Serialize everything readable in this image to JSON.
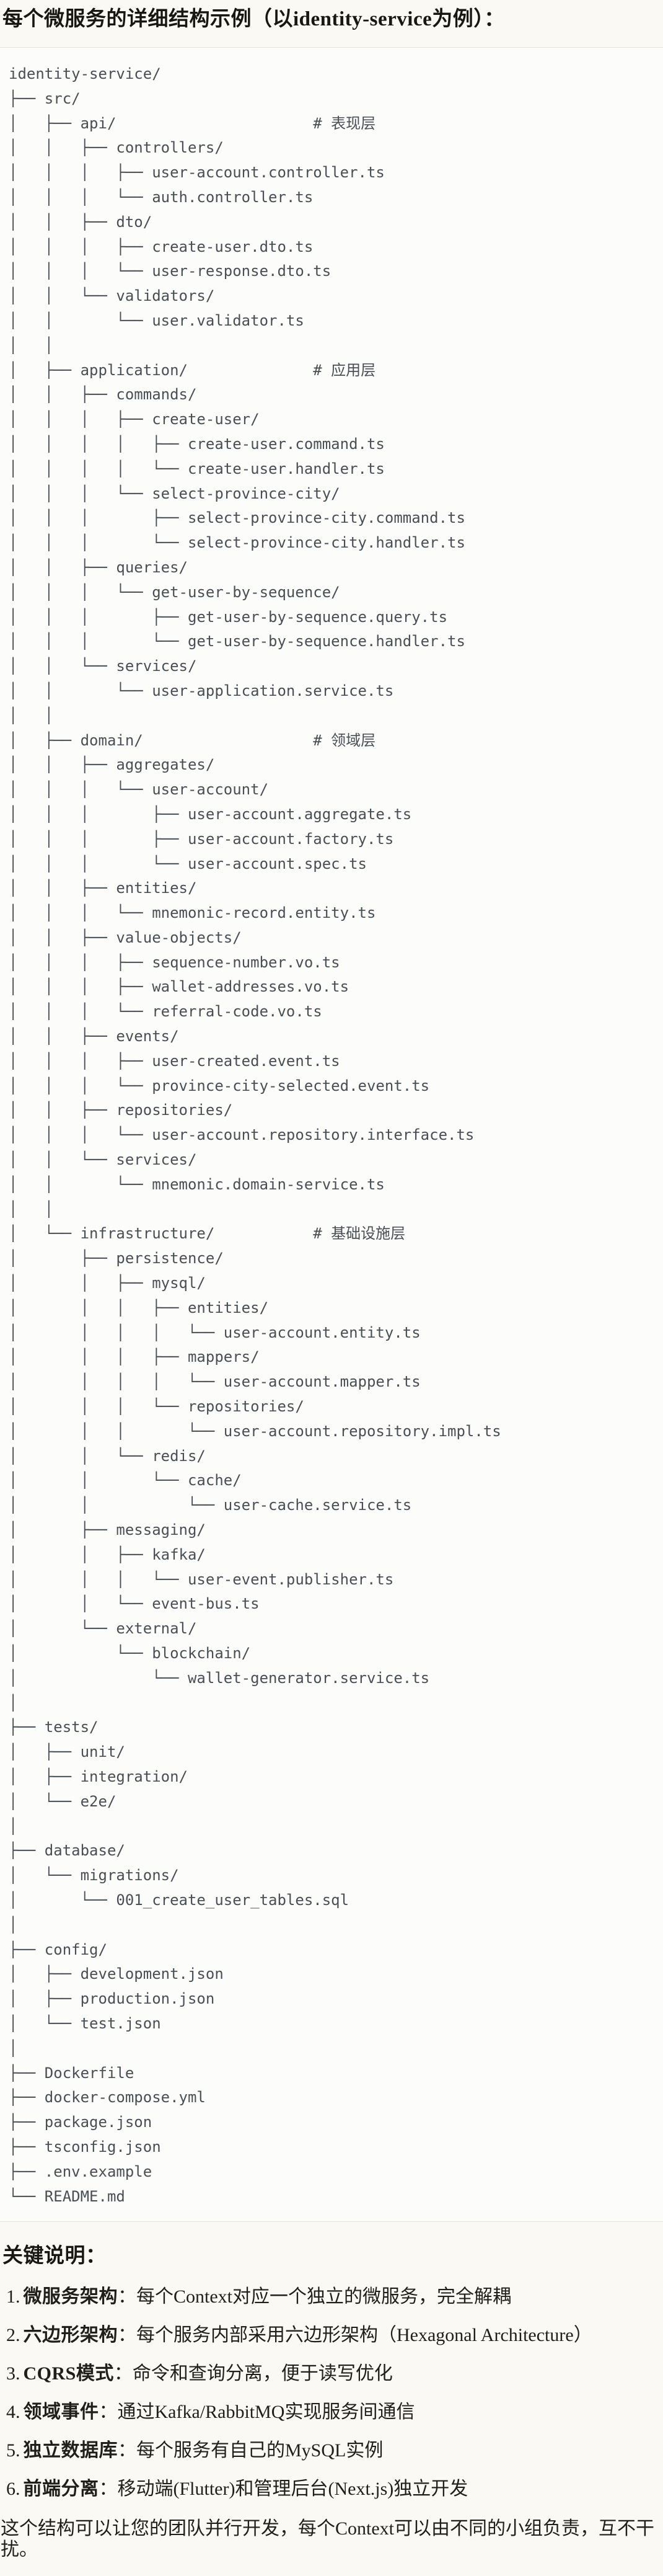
{
  "heading": "每个微服务的详细结构示例（以identity-service为例）：",
  "tree": {
    "lines": [
      "identity-service/",
      "├── src/",
      "│   ├── api/                      # 表现层",
      "│   │   ├── controllers/",
      "│   │   │   ├── user-account.controller.ts",
      "│   │   │   └── auth.controller.ts",
      "│   │   ├── dto/",
      "│   │   │   ├── create-user.dto.ts",
      "│   │   │   └── user-response.dto.ts",
      "│   │   └── validators/",
      "│   │       └── user.validator.ts",
      "│   │",
      "│   ├── application/              # 应用层",
      "│   │   ├── commands/",
      "│   │   │   ├── create-user/",
      "│   │   │   │   ├── create-user.command.ts",
      "│   │   │   │   └── create-user.handler.ts",
      "│   │   │   └── select-province-city/",
      "│   │   │       ├── select-province-city.command.ts",
      "│   │   │       └── select-province-city.handler.ts",
      "│   │   ├── queries/",
      "│   │   │   └── get-user-by-sequence/",
      "│   │   │       ├── get-user-by-sequence.query.ts",
      "│   │   │       └── get-user-by-sequence.handler.ts",
      "│   │   └── services/",
      "│   │       └── user-application.service.ts",
      "│   │",
      "│   ├── domain/                   # 领域层",
      "│   │   ├── aggregates/",
      "│   │   │   └── user-account/",
      "│   │   │       ├── user-account.aggregate.ts",
      "│   │   │       ├── user-account.factory.ts",
      "│   │   │       └── user-account.spec.ts",
      "│   │   ├── entities/",
      "│   │   │   └── mnemonic-record.entity.ts",
      "│   │   ├── value-objects/",
      "│   │   │   ├── sequence-number.vo.ts",
      "│   │   │   ├── wallet-addresses.vo.ts",
      "│   │   │   └── referral-code.vo.ts",
      "│   │   ├── events/",
      "│   │   │   ├── user-created.event.ts",
      "│   │   │   └── province-city-selected.event.ts",
      "│   │   ├── repositories/",
      "│   │   │   └── user-account.repository.interface.ts",
      "│   │   └── services/",
      "│   │       └── mnemonic.domain-service.ts",
      "│   │",
      "│   └── infrastructure/           # 基础设施层",
      "│       ├── persistence/",
      "│       │   ├── mysql/",
      "│       │   │   ├── entities/",
      "│       │   │   │   └── user-account.entity.ts",
      "│       │   │   ├── mappers/",
      "│       │   │   │   └── user-account.mapper.ts",
      "│       │   │   └── repositories/",
      "│       │   │       └── user-account.repository.impl.ts",
      "│       │   └── redis/",
      "│       │       └── cache/",
      "│       │           └── user-cache.service.ts",
      "│       ├── messaging/",
      "│       │   ├── kafka/",
      "│       │   │   └── user-event.publisher.ts",
      "│       │   └── event-bus.ts",
      "│       └── external/",
      "│           └── blockchain/",
      "│               └── wallet-generator.service.ts",
      "│",
      "├── tests/",
      "│   ├── unit/",
      "│   ├── integration/",
      "│   └── e2e/",
      "│",
      "├── database/",
      "│   └── migrations/",
      "│       └── 001_create_user_tables.sql",
      "│",
      "├── config/",
      "│   ├── development.json",
      "│   ├── production.json",
      "│   └── test.json",
      "│",
      "├── Dockerfile",
      "├── docker-compose.yml",
      "├── package.json",
      "├── tsconfig.json",
      "├── .env.example",
      "└── README.md"
    ]
  },
  "notes": {
    "heading": "关键说明：",
    "items": [
      {
        "num": "1.",
        "label": "微服务架构",
        "colon": "：",
        "text": "每个Context对应一个独立的微服务，完全解耦"
      },
      {
        "num": "2.",
        "label": "六边形架构",
        "colon": "：",
        "text": "每个服务内部采用六边形架构（Hexagonal Architecture）"
      },
      {
        "num": "3.",
        "label": "CQRS模式",
        "colon": "：",
        "text": "命令和查询分离，便于读写优化"
      },
      {
        "num": "4.",
        "label": "领域事件",
        "colon": "：",
        "text": "通过Kafka/RabbitMQ实现服务间通信"
      },
      {
        "num": "5.",
        "label": "独立数据库",
        "colon": "：",
        "text": "每个服务有自己的MySQL实例"
      },
      {
        "num": "6.",
        "label": "前端分离",
        "colon": "：",
        "text": "移动端(Flutter)和管理后台(Next.js)独立开发"
      }
    ]
  },
  "footer": "这个结构可以让您的团队并行开发，每个Context可以由不同的小组负责，互不干扰。",
  "colors": {
    "page_bg": "#faf9f4",
    "code_bg": "#fcfcfa",
    "code_border": "#e5e3db",
    "code_text": "#4a4f56",
    "body_text": "#201f1c"
  }
}
